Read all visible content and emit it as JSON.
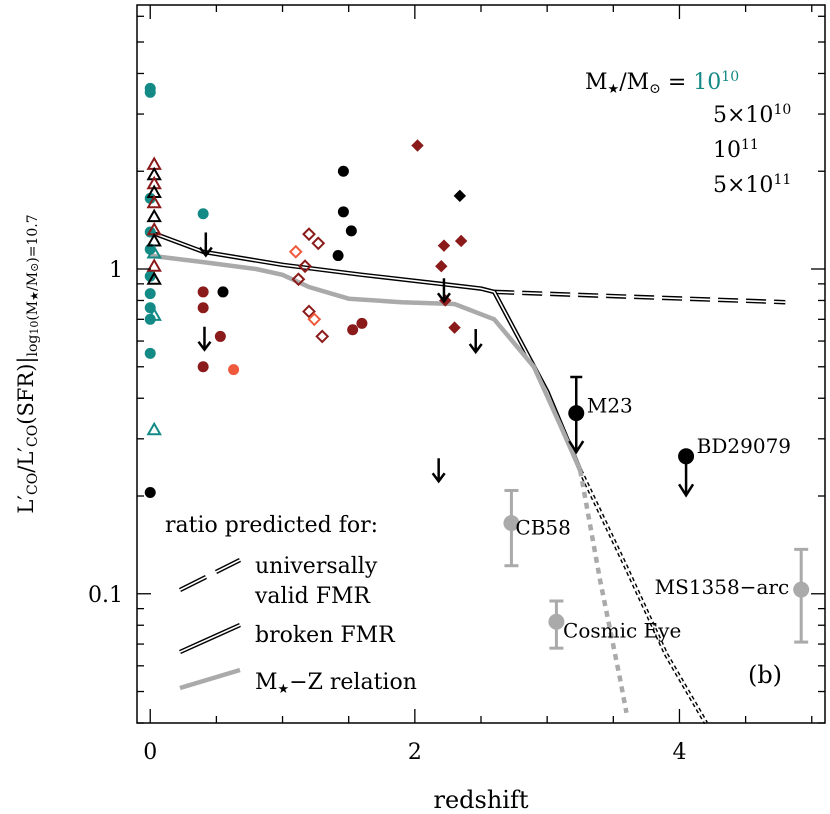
{
  "chart_data": {
    "type": "scatter",
    "title": "",
    "xlabel": "redshift",
    "ylabel_parts": [
      "L′",
      "CO",
      "/L′",
      "CO",
      "(SFR)|",
      "log",
      "10",
      "(M",
      "★",
      "/M",
      "⊙",
      ")=10.7"
    ],
    "xlim": [
      -0.1,
      5.1
    ],
    "ylim": [
      0.04,
      6.5
    ],
    "yscale": "log",
    "xticks": [
      {
        "v": 0,
        "label": "0"
      },
      {
        "v": 2,
        "label": "2"
      },
      {
        "v": 4,
        "label": "4"
      }
    ],
    "yticks": [
      {
        "v": 0.1,
        "label": "0.1"
      },
      {
        "v": 1,
        "label": "1"
      }
    ],
    "panel_label": "(b)",
    "colors": {
      "m1e10": "#138a86",
      "m5e10": "#000000",
      "m1e11": "#8b1a1a",
      "m5e11": "#f05a3c",
      "lens": "#aaaaaa"
    },
    "mass_legend": {
      "prefix": "M",
      "prefix_sub": "★",
      "mid": "/M",
      "mid_sub": "⊙",
      "eq": " = ",
      "entries": [
        {
          "base": "10",
          "exp": "10",
          "color": "#138a86"
        },
        {
          "base": "5×10",
          "exp": "10",
          "color": "#000000"
        },
        {
          "base": "10",
          "exp": "11",
          "color": "#8b1a1a"
        },
        {
          "base": "5×10",
          "exp": "11",
          "color": "#f05a3c"
        }
      ]
    },
    "model_legend": {
      "heading": "ratio predicted for:",
      "items": [
        {
          "style": "dashed-double",
          "line1": "universally",
          "line2": "valid FMR"
        },
        {
          "style": "double",
          "line1": "broken FMR"
        },
        {
          "style": "gray",
          "line1_pre": "M",
          "line1_sub": "★",
          "line1_post": "−Z relation"
        }
      ]
    },
    "series": [
      {
        "name": "universally valid FMR",
        "style": "dashed-double",
        "x": [
          2.6,
          4.8
        ],
        "y": [
          0.85,
          0.79
        ]
      },
      {
        "name": "broken FMR",
        "style": "double",
        "x": [
          0,
          0.4,
          1.0,
          1.6,
          2.2,
          2.5,
          2.6,
          3.0,
          3.25
        ],
        "y": [
          1.3,
          1.13,
          1.03,
          0.96,
          0.9,
          0.87,
          0.85,
          0.42,
          0.24
        ]
      },
      {
        "name": "broken FMR extrapolation",
        "style": "double-dashed",
        "x": [
          3.25,
          3.6,
          3.9,
          4.2
        ],
        "y": [
          0.24,
          0.12,
          0.065,
          0.04
        ]
      },
      {
        "name": "M-Z relation",
        "style": "gray",
        "x": [
          0,
          0.4,
          0.8,
          1.0,
          1.2,
          1.5,
          1.9,
          2.3,
          2.6,
          2.9,
          3.1,
          3.25
        ],
        "y": [
          1.1,
          1.05,
          1.0,
          0.96,
          0.88,
          0.81,
          0.79,
          0.78,
          0.7,
          0.5,
          0.33,
          0.24
        ]
      },
      {
        "name": "M-Z extrapolation",
        "style": "gray-dashed",
        "x": [
          3.25,
          3.4,
          3.55,
          3.6
        ],
        "y": [
          0.24,
          0.11,
          0.055,
          0.043
        ]
      }
    ],
    "points": [
      {
        "x": 0.0,
        "y": 3.6,
        "m": "circle",
        "c": "m1e10"
      },
      {
        "x": 0.0,
        "y": 3.5,
        "m": "circle",
        "c": "m1e10"
      },
      {
        "x": 0.0,
        "y": 1.65,
        "m": "circle",
        "c": "m1e10"
      },
      {
        "x": 0.0,
        "y": 1.3,
        "m": "circle",
        "c": "m1e10"
      },
      {
        "x": 0.0,
        "y": 1.15,
        "m": "circle",
        "c": "m1e10"
      },
      {
        "x": 0.0,
        "y": 0.95,
        "m": "circle",
        "c": "m1e10"
      },
      {
        "x": 0.0,
        "y": 0.84,
        "m": "circle",
        "c": "m1e10"
      },
      {
        "x": 0.0,
        "y": 0.76,
        "m": "circle",
        "c": "m1e10"
      },
      {
        "x": 0.0,
        "y": 0.7,
        "m": "circle",
        "c": "m1e10"
      },
      {
        "x": 0.0,
        "y": 0.55,
        "m": "circle",
        "c": "m1e10"
      },
      {
        "x": 0.0,
        "y": 0.205,
        "m": "circle",
        "c": "m5e10"
      },
      {
        "x": 0.03,
        "y": 2.1,
        "m": "triangle",
        "c": "m1e11"
      },
      {
        "x": 0.03,
        "y": 1.95,
        "m": "triangle",
        "c": "m5e10"
      },
      {
        "x": 0.03,
        "y": 1.83,
        "m": "triangle",
        "c": "m1e11"
      },
      {
        "x": 0.03,
        "y": 1.72,
        "m": "triangle",
        "c": "m5e10"
      },
      {
        "x": 0.03,
        "y": 1.6,
        "m": "triangle",
        "c": "m1e11"
      },
      {
        "x": 0.03,
        "y": 1.45,
        "m": "triangle",
        "c": "m5e10"
      },
      {
        "x": 0.03,
        "y": 1.32,
        "m": "triangle",
        "c": "m1e11"
      },
      {
        "x": 0.03,
        "y": 1.22,
        "m": "triangle",
        "c": "m5e10"
      },
      {
        "x": 0.03,
        "y": 1.12,
        "m": "triangle",
        "c": "m1e10"
      },
      {
        "x": 0.03,
        "y": 1.02,
        "m": "triangle",
        "c": "m1e11"
      },
      {
        "x": 0.03,
        "y": 0.93,
        "m": "triangle",
        "c": "m5e10"
      },
      {
        "x": 0.03,
        "y": 0.72,
        "m": "triangle",
        "c": "m1e10"
      },
      {
        "x": 0.03,
        "y": 0.32,
        "m": "triangle",
        "c": "m1e10"
      },
      {
        "x": 0.4,
        "y": 1.48,
        "m": "circle",
        "c": "m1e10"
      },
      {
        "x": 0.4,
        "y": 0.85,
        "m": "circle",
        "c": "m1e11"
      },
      {
        "x": 0.4,
        "y": 0.76,
        "m": "circle",
        "c": "m1e11"
      },
      {
        "x": 0.4,
        "y": 0.5,
        "m": "circle",
        "c": "m1e11"
      },
      {
        "x": 0.53,
        "y": 0.62,
        "m": "circle",
        "c": "m1e11"
      },
      {
        "x": 0.55,
        "y": 0.85,
        "m": "circle",
        "c": "m5e10"
      },
      {
        "x": 0.63,
        "y": 0.49,
        "m": "circle",
        "c": "m5e11"
      },
      {
        "x": 1.1,
        "y": 1.13,
        "m": "odiamond",
        "c": "m5e11"
      },
      {
        "x": 1.12,
        "y": 0.93,
        "m": "odiamond",
        "c": "m1e11"
      },
      {
        "x": 1.17,
        "y": 1.02,
        "m": "odiamond",
        "c": "m1e11"
      },
      {
        "x": 1.2,
        "y": 1.28,
        "m": "odiamond",
        "c": "m1e11"
      },
      {
        "x": 1.2,
        "y": 0.74,
        "m": "odiamond",
        "c": "m1e11"
      },
      {
        "x": 1.24,
        "y": 0.7,
        "m": "odiamond",
        "c": "m5e11"
      },
      {
        "x": 1.27,
        "y": 1.2,
        "m": "odiamond",
        "c": "m1e11"
      },
      {
        "x": 1.3,
        "y": 0.62,
        "m": "odiamond",
        "c": "m1e11"
      },
      {
        "x": 1.42,
        "y": 1.1,
        "m": "circle",
        "c": "m5e10"
      },
      {
        "x": 1.46,
        "y": 2.0,
        "m": "circle",
        "c": "m5e10"
      },
      {
        "x": 1.46,
        "y": 1.5,
        "m": "circle",
        "c": "m5e10"
      },
      {
        "x": 1.52,
        "y": 1.31,
        "m": "circle",
        "c": "m5e10"
      },
      {
        "x": 1.53,
        "y": 0.65,
        "m": "circle",
        "c": "m1e11"
      },
      {
        "x": 1.6,
        "y": 0.68,
        "m": "circle",
        "c": "m1e11"
      },
      {
        "x": 2.02,
        "y": 2.4,
        "m": "diamond",
        "c": "m1e11"
      },
      {
        "x": 2.2,
        "y": 1.02,
        "m": "diamond",
        "c": "m1e11"
      },
      {
        "x": 2.22,
        "y": 1.18,
        "m": "diamond",
        "c": "m1e11"
      },
      {
        "x": 2.23,
        "y": 0.8,
        "m": "diamond",
        "c": "m1e11"
      },
      {
        "x": 2.3,
        "y": 0.66,
        "m": "diamond",
        "c": "m1e11"
      },
      {
        "x": 2.34,
        "y": 1.68,
        "m": "diamond",
        "c": "m5e10"
      },
      {
        "x": 2.35,
        "y": 1.22,
        "m": "diamond",
        "c": "m1e11"
      }
    ],
    "upper_limits": [
      {
        "x": 0.42,
        "y": 1.19
      },
      {
        "x": 0.41,
        "y": 0.61
      },
      {
        "x": 2.22,
        "y": 0.86
      },
      {
        "x": 2.46,
        "y": 0.6
      },
      {
        "x": 2.18,
        "y": 0.24
      }
    ],
    "lensed": [
      {
        "label": "CB58",
        "x": 2.73,
        "y": 0.165,
        "ylo": 0.122,
        "yhi": 0.208,
        "lx": 2.76,
        "ly": 0.16
      },
      {
        "label": "Cosmic Eye",
        "x": 3.07,
        "y": 0.082,
        "ylo": 0.068,
        "yhi": 0.095,
        "lx": 3.12,
        "ly": 0.077
      },
      {
        "label": "MS1358−arc",
        "x": 4.92,
        "y": 0.103,
        "ylo": 0.071,
        "yhi": 0.137,
        "lx": 4.92,
        "ly": 0.105
      }
    ],
    "named": [
      {
        "label": "M23",
        "x": 3.22,
        "y": 0.36,
        "yhi": 0.465,
        "lx": 3.3,
        "ly": 0.38
      },
      {
        "label": "BD29079",
        "x": 4.05,
        "y": 0.265,
        "yhi": null,
        "lx": 4.13,
        "ly": 0.285
      }
    ]
  }
}
